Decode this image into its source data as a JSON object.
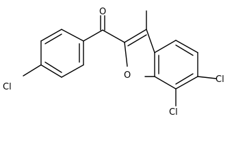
{
  "molecule": {
    "atoms": {
      "carbonyl_oxygen": "O",
      "furan_oxygen": "O",
      "chlorine_para": "Cl",
      "chlorine_5": "Cl",
      "chlorine_7": "Cl"
    },
    "substituents": {
      "methyl": "methyl"
    },
    "colors": {
      "bond": "#000000",
      "background": "#ffffff"
    }
  }
}
